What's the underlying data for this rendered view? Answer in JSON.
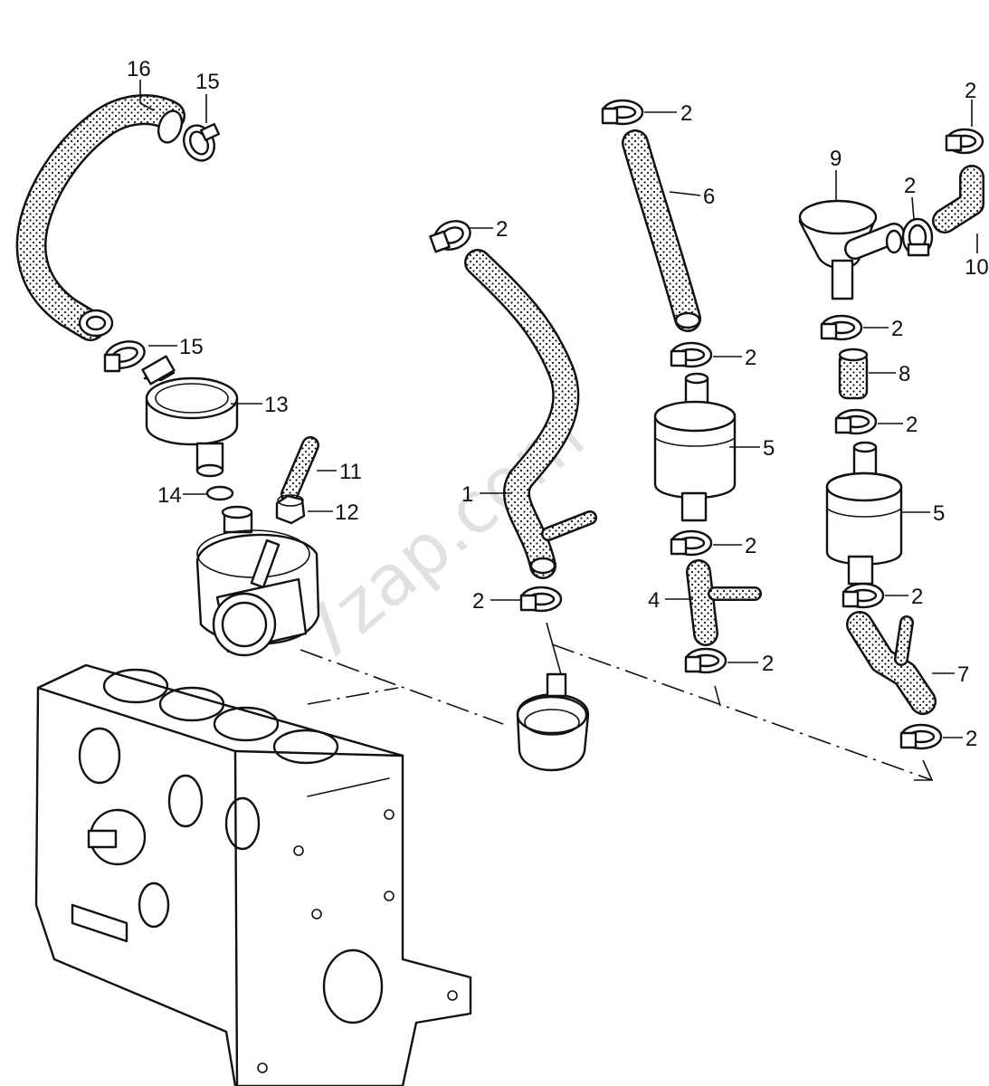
{
  "watermark": "7zap.com",
  "callouts": [
    {
      "id": "c16",
      "label": "16"
    },
    {
      "id": "c15a",
      "label": "15"
    },
    {
      "id": "c15b",
      "label": "15"
    },
    {
      "id": "c13",
      "label": "13"
    },
    {
      "id": "c11",
      "label": "11"
    },
    {
      "id": "c14",
      "label": "14"
    },
    {
      "id": "c12",
      "label": "12"
    },
    {
      "id": "c2a",
      "label": "2"
    },
    {
      "id": "c1",
      "label": "1"
    },
    {
      "id": "c2b",
      "label": "2"
    },
    {
      "id": "c2c",
      "label": "2"
    },
    {
      "id": "c6",
      "label": "6"
    },
    {
      "id": "c2d",
      "label": "2"
    },
    {
      "id": "c5a",
      "label": "5"
    },
    {
      "id": "c2e",
      "label": "2"
    },
    {
      "id": "c4",
      "label": "4"
    },
    {
      "id": "c2f",
      "label": "2"
    },
    {
      "id": "c9",
      "label": "9"
    },
    {
      "id": "c2g",
      "label": "2"
    },
    {
      "id": "c2h",
      "label": "2"
    },
    {
      "id": "c10",
      "label": "10"
    },
    {
      "id": "c2i",
      "label": "2"
    },
    {
      "id": "c8",
      "label": "8"
    },
    {
      "id": "c2j",
      "label": "2"
    },
    {
      "id": "c5b",
      "label": "5"
    },
    {
      "id": "c2k",
      "label": "2"
    },
    {
      "id": "c7",
      "label": "7"
    },
    {
      "id": "c2l",
      "label": "2"
    }
  ]
}
